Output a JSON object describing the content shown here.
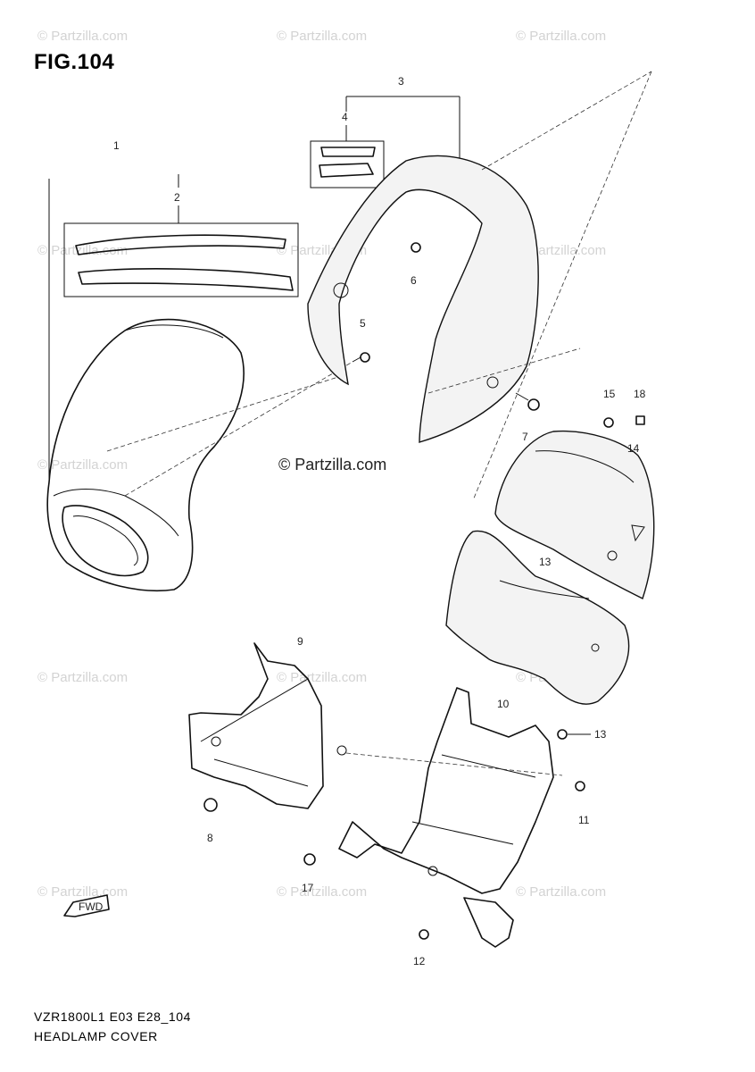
{
  "figure": {
    "title": "FIG.104"
  },
  "watermark": {
    "text": "© Partzilla.com"
  },
  "center_watermark": {
    "text": "© Partzilla.com"
  },
  "footer": {
    "model_code": "VZR1800L1 E03 E28_104",
    "section_name": "HEADLAMP COVER"
  },
  "fwd_marker": {
    "label": "FWD",
    "icon": "forward-arrow-icon"
  },
  "callouts": [
    "1",
    "2",
    "3",
    "4",
    "5",
    "6",
    "7",
    "8",
    "9",
    "10",
    "11",
    "12",
    "13",
    "14",
    "15",
    "18",
    "13",
    "17",
    "11"
  ]
}
